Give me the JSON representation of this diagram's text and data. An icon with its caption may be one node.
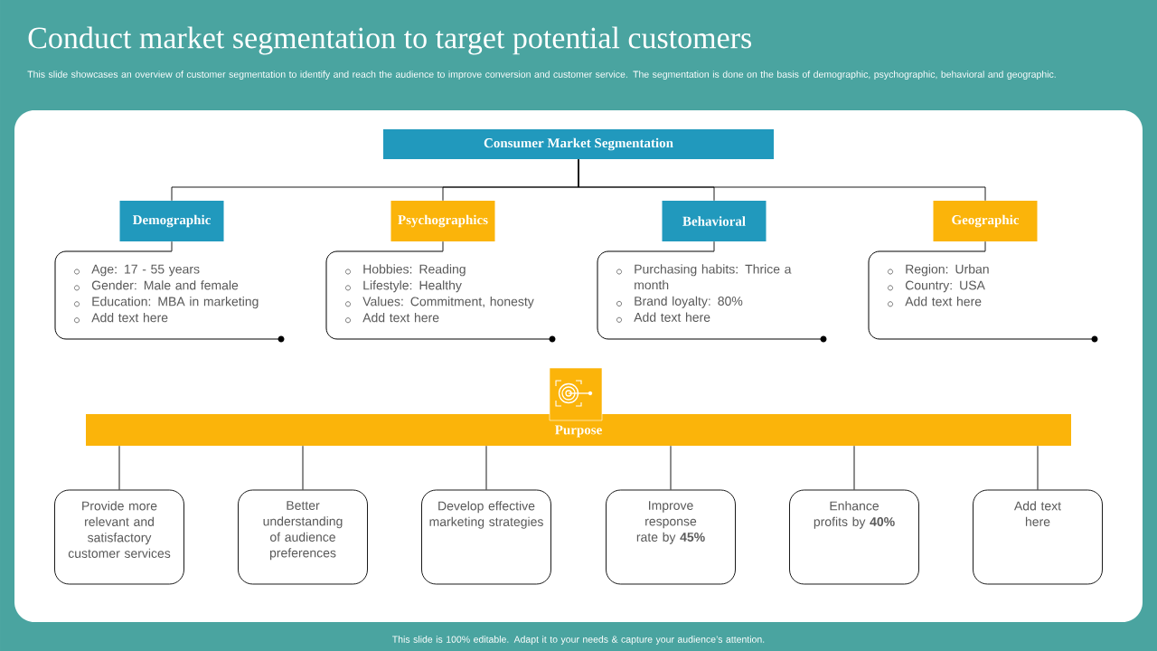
{
  "diagram": {
    "title": "Conduct market segmentation to target potential customers",
    "nodes": [
      {
        "text": [
          "Consumer Market Segmentation"
        ]
      },
      {
        "text": [
          "Demographic"
        ]
      },
      {
        "text": [
          "Psychographics"
        ]
      },
      {
        "text": [
          "Behavioral"
        ]
      },
      {
        "text": [
          "Geographic"
        ]
      },
      {
        "text": [
          "Age: 17 - 55 years",
          "Gender: Male and female",
          "Education: MBA in marketing",
          "Add text here"
        ]
      },
      {
        "text": [
          "Hobbies: Reading",
          "Lifestyle: Healthy",
          "Values: Commitment, honesty",
          "Add text here"
        ]
      },
      {
        "text": [
          "Purchasing habits: Thrice a month",
          "Brand loyalty: 80%",
          "Add text here"
        ]
      },
      {
        "text": [
          "Region: Urban",
          "Country: USA",
          "Add text here"
        ]
      },
      {
        "text": [
          "Purpose"
        ]
      },
      {
        "text": [
          "Provide more relevant and satisfactory customer services"
        ]
      },
      {
        "text": [
          "Better understanding of audience preferences"
        ]
      },
      {
        "text": [
          "Develop effective marketing strategies"
        ]
      },
      {
        "text": [
          "Improve response rate by **45%**"
        ]
      },
      {
        "text": [
          "Enhance profits by **40%**"
        ]
      },
      {
        "text": [
          "Add text here"
        ]
      }
    ],
    "edges": [
      {
        "from": 0,
        "to": 1,
        "arrow": "none"
      },
      {
        "from": 0,
        "to": 2,
        "arrow": "none"
      },
      {
        "from": 0,
        "to": 3,
        "arrow": "none"
      },
      {
        "from": 0,
        "to": 4,
        "arrow": "none"
      },
      {
        "from": 1,
        "to": 5,
        "arrow": "none"
      },
      {
        "from": 2,
        "to": 6,
        "arrow": "none"
      },
      {
        "from": 3,
        "to": 7,
        "arrow": "none"
      },
      {
        "from": 4,
        "to": 8,
        "arrow": "none"
      },
      {
        "from": 9,
        "to": 10,
        "arrow": "none"
      },
      {
        "from": 9,
        "to": 11,
        "arrow": "none"
      },
      {
        "from": 9,
        "to": 12,
        "arrow": "none"
      },
      {
        "from": 9,
        "to": 13,
        "arrow": "none"
      },
      {
        "from": 9,
        "to": 14,
        "arrow": "none"
      },
      {
        "from": 9,
        "to": 15,
        "arrow": "none"
      }
    ],
    "labels": [
      "This slide showcases an overview of customer segmentation to identify and reach the audience to improve conversion and customer service. The segmentation is done on the basis of demographic, psychographic, behavioral and geographic.",
      "This slide is 100% editable. Adapt it to your needs & capture your audience’s attention."
    ]
  }
}
